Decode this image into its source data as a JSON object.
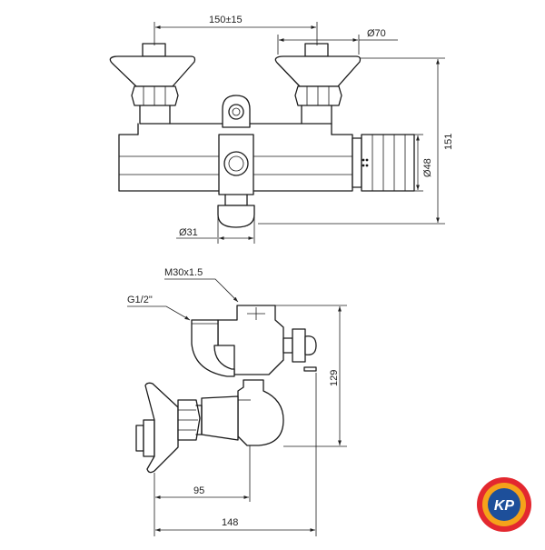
{
  "front_view": {
    "width_label": "150±15",
    "handle_diameter_label": "Ø70",
    "height_label": "151",
    "body_diameter_label": "Ø48",
    "outlet_diameter_label": "Ø31"
  },
  "side_view": {
    "thread_label": "M30x1.5",
    "inlet_label": "G1/2\"",
    "height_label": "129",
    "depth_label": "95",
    "total_depth_label": "148"
  },
  "logo": {
    "text": "KP",
    "colors": {
      "ring_outer": "#e3282f",
      "ring_inner": "#f5a21a",
      "core": "#1d4f9a",
      "letters": "#ffffff"
    }
  }
}
